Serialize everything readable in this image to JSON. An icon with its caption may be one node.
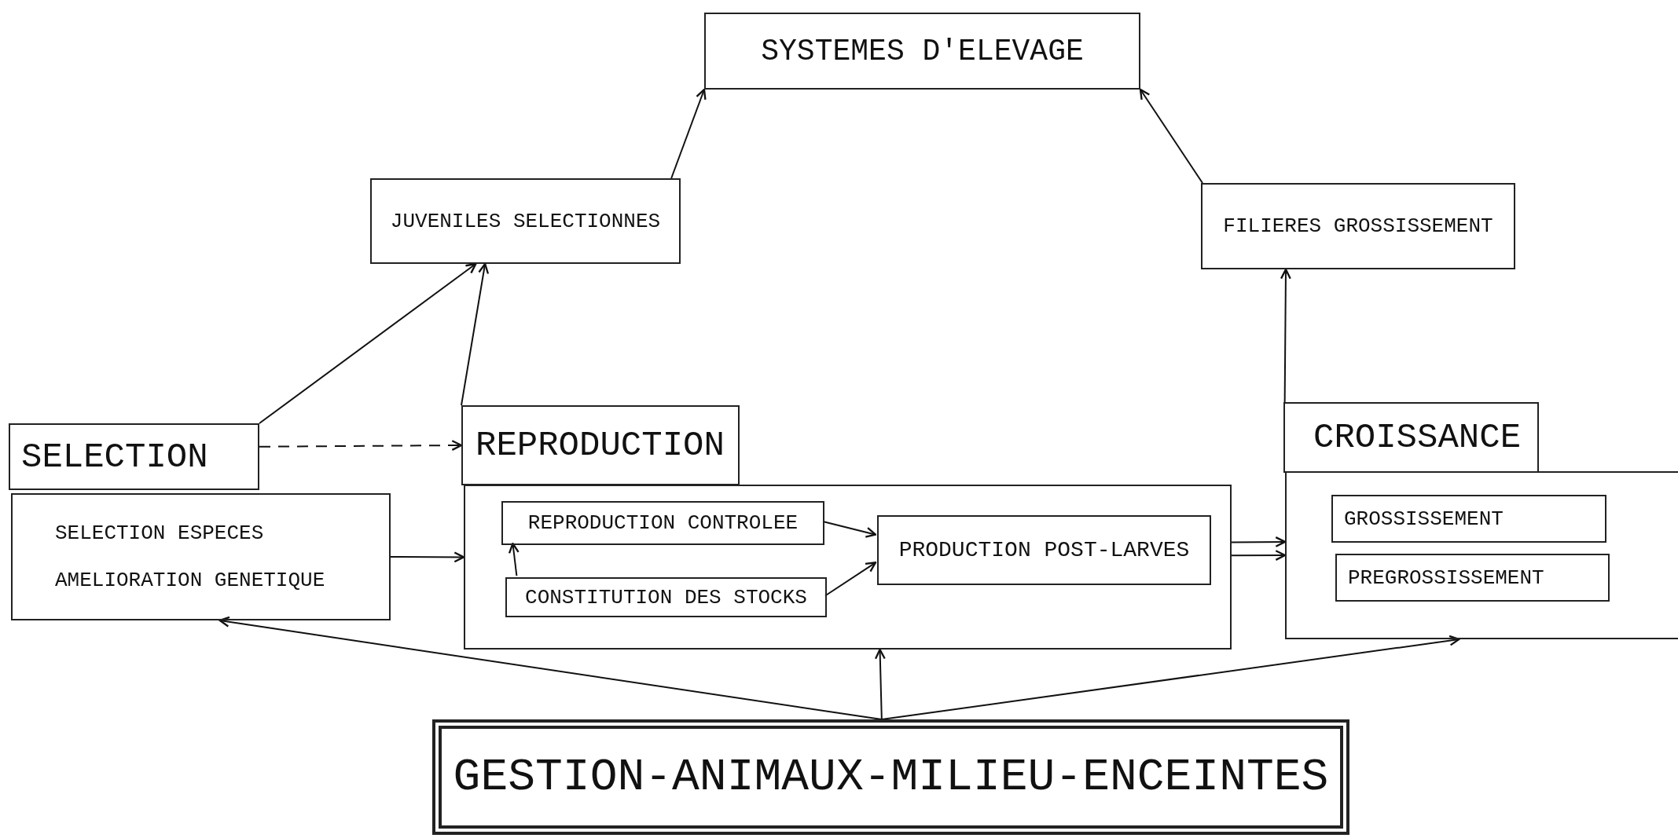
{
  "diagram": {
    "nodes": [
      {
        "text": [
          "SYSTEMES D'ELEVAGE"
        ]
      },
      {
        "text": [
          "JUVENILES SELECTIONNES"
        ]
      },
      {
        "text": [
          "FILIERES GROSSISSEMENT"
        ]
      },
      {
        "text": [
          "SELECTION"
        ]
      },
      {
        "text": [
          "SELECTION ESPECES",
          "AMELIORATION GENETIQUE"
        ]
      },
      {
        "text": [
          "REPRODUCTION"
        ]
      },
      {
        "text": [],
        "shape": "box"
      },
      {
        "text": [
          "REPRODUCTION CONTROLEE"
        ],
        "in": 6
      },
      {
        "text": [
          "CONSTITUTION DES STOCKS"
        ],
        "in": 6
      },
      {
        "text": [
          "PRODUCTION POST-LARVES"
        ],
        "in": 6
      },
      {
        "text": [
          "CROISSANCE"
        ]
      },
      {
        "text": [],
        "shape": "box"
      },
      {
        "text": [
          "GROSSISSEMENT"
        ],
        "in": 11
      },
      {
        "text": [
          "PREGROSSISSEMENT"
        ],
        "in": 11
      },
      {
        "text": [
          "GESTION-ANIMAUX-MILIEU-ENCEINTES"
        ]
      }
    ],
    "edges": [
      {
        "from": 1,
        "to": 0,
        "arrow": "to"
      },
      {
        "from": 2,
        "to": 0,
        "arrow": "to"
      },
      {
        "from": 3,
        "to": 1,
        "arrow": "to"
      },
      {
        "from": 5,
        "to": 1,
        "arrow": "to"
      },
      {
        "from": 3,
        "to": 5,
        "arrow": "to",
        "style": "dashed"
      },
      {
        "from": 4,
        "to": 6,
        "arrow": "to"
      },
      {
        "from": 8,
        "to": 7,
        "arrow": "to"
      },
      {
        "from": 7,
        "to": 9,
        "arrow": "to"
      },
      {
        "from": 8,
        "to": 9,
        "arrow": "to"
      },
      {
        "from": 6,
        "to": 11,
        "arrow": "to"
      },
      {
        "from": 6,
        "to": 11,
        "arrow": "to"
      },
      {
        "from": 10,
        "to": 2,
        "arrow": "to"
      },
      {
        "from": 14,
        "to": 4,
        "arrow": "to"
      },
      {
        "from": 14,
        "to": 6,
        "arrow": "to"
      },
      {
        "from": 14,
        "to": 11,
        "arrow": "to"
      }
    ]
  }
}
